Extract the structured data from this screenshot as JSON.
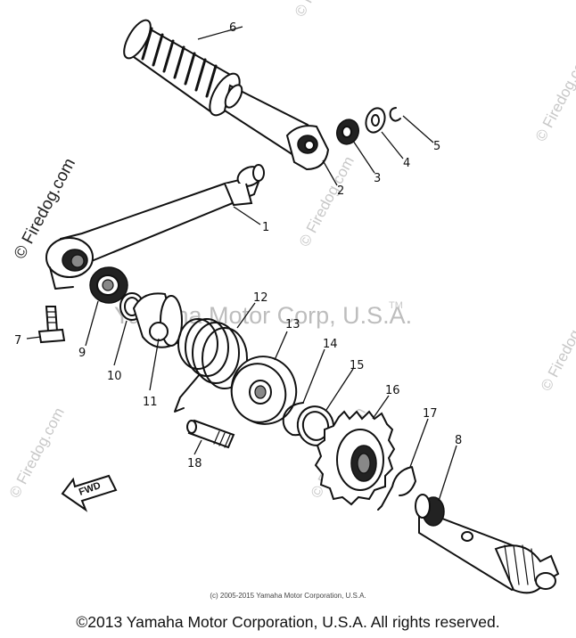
{
  "watermarks": {
    "site": "© Firedog.com",
    "center": "Yamaha Motor Corp, U.S.A.",
    "tm": "TM"
  },
  "direction_label": "FWD",
  "callouts": [
    "1",
    "2",
    "3",
    "4",
    "5",
    "6",
    "7",
    "8",
    "9",
    "10",
    "11",
    "12",
    "13",
    "14",
    "15",
    "16",
    "17",
    "18"
  ],
  "small_copyright": "(c) 2005-2015 Yamaha Motor Corporation, U.S.A.",
  "footer": "©2013 Yamaha Motor Corporation, U.S.A. All rights reserved."
}
